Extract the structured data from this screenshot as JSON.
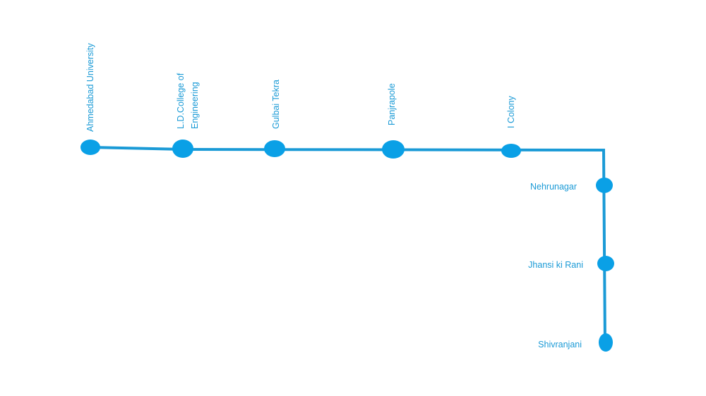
{
  "route": {
    "line_color": "#1a9ad6",
    "marker_color": "#0aa0e6",
    "stops": [
      {
        "name": "Ahmedabad University"
      },
      {
        "name": "L.D.College of",
        "name_line2": "Engineering"
      },
      {
        "name": "Gulbai Tekra"
      },
      {
        "name": "Panjrapole"
      },
      {
        "name": "I Colony"
      },
      {
        "name": "Nehrunagar"
      },
      {
        "name": "Jhansi ki Rani"
      },
      {
        "name": "Shivranjani"
      }
    ]
  }
}
